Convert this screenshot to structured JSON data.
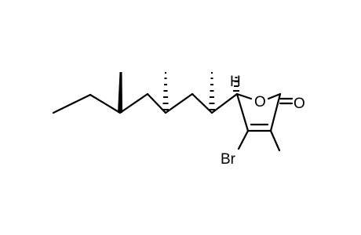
{
  "molecule": {
    "atom_labels": {
      "ring_oxygen": "O",
      "carbonyl_oxygen": "O",
      "bromine": "Br"
    },
    "colors": {
      "bond": "#000000",
      "label": "#000000",
      "background": "#ffffff"
    }
  }
}
